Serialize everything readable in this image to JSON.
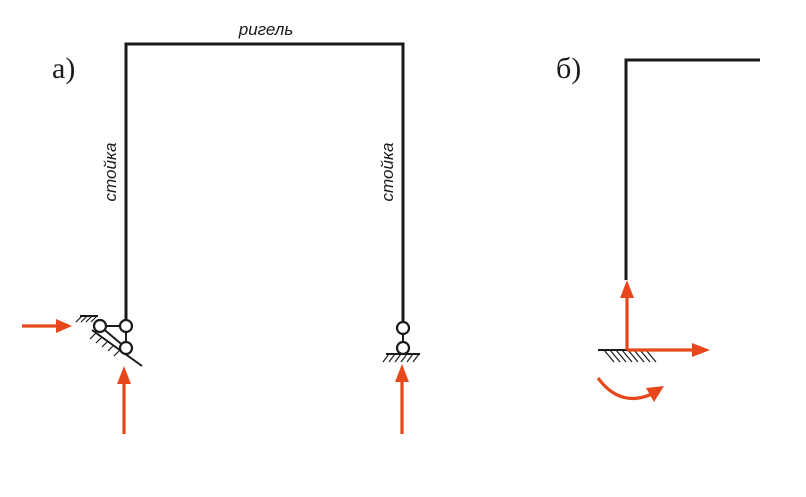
{
  "colors": {
    "structure": "#1a1a1a",
    "reaction": "#e8471c",
    "background": "#ffffff"
  },
  "labels": {
    "panel_a": "а)",
    "panel_b": "б)",
    "beam": "ригель",
    "left_column": "стойка",
    "right_column": "стойка"
  },
  "icons": {
    "left_support": "two-link-pinned-support-icon",
    "right_support": "roller-support-icon",
    "fixed_support": "fixed-support-icon",
    "moment": "curved-moment-arrow-icon"
  }
}
